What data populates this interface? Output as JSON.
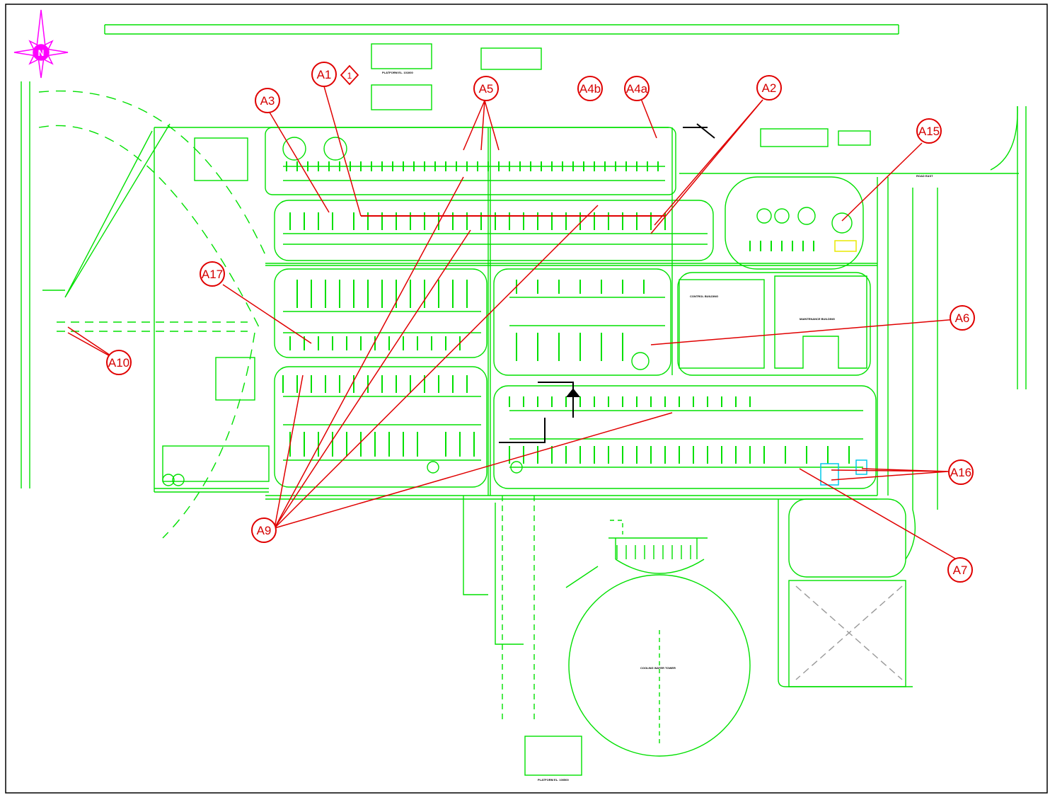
{
  "colors": {
    "drawing": "#00e000",
    "callout": "#e00000",
    "north": "#ff00ff",
    "border": "#000000",
    "accent_yellow": "#e8e800",
    "accent_cyan": "#00c8e8",
    "structure_black": "#000000"
  },
  "north_arrow": {
    "label": "N",
    "icon": "compass-star-icon"
  },
  "revision_marker": {
    "label": "1"
  },
  "callouts": {
    "a1": "A1",
    "a2": "A2",
    "a3": "A3",
    "a4a": "A4a",
    "a4b": "A4b",
    "a5": "A5",
    "a6": "A6",
    "a7": "A7",
    "a9": "A9",
    "a10": "A10",
    "a15": "A15",
    "a16": "A16",
    "a17": "A17"
  },
  "plant_labels": {
    "control_building": "CONTROL BUILDING",
    "maintenance_building": "MAINTENANCE BUILDING",
    "cooling_water_tower": "COOLING WATER TOWER",
    "platform_north": "PLATFORM EL. 101000",
    "platform_south": "PLATFORM EL. 100500",
    "road_east": "ROAD EAST"
  }
}
